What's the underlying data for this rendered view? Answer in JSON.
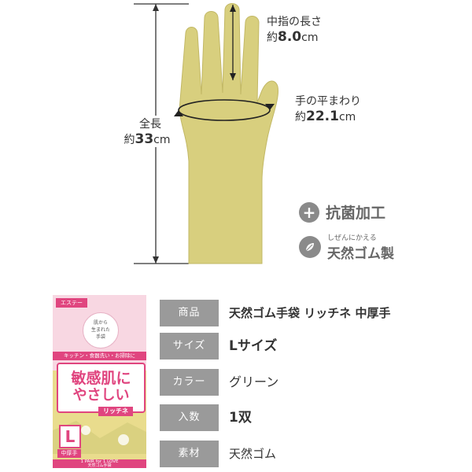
{
  "measurements": {
    "total_length_title": "全長",
    "total_length_prefix": "約",
    "total_length_value": "33",
    "total_length_unit": "cm",
    "middle_finger_title": "中指の長さ",
    "middle_finger_prefix": "約",
    "middle_finger_value": "8.0",
    "middle_finger_unit": "cm",
    "palm_title": "手の平まわり",
    "palm_prefix": "約",
    "palm_value": "22.1",
    "palm_unit": "cm"
  },
  "features": {
    "antibacterial": "抗菌加工",
    "natural_rubber_ruby": "しぜんにかえる",
    "natural_rubber": "天然ゴム製"
  },
  "package": {
    "tag": "エステー",
    "circle_text": [
      "肌から",
      "生まれた",
      "手袋"
    ],
    "band_text": "キッチン・食器洗い・お掃除に",
    "headline_1": "敏感肌に",
    "headline_2": "やさしい",
    "brand": "リッチネ",
    "size": "L",
    "thickness": "中厚手",
    "footer_1": "1 PAIR for 1 LOVE",
    "footer_2": "天然ゴム手袋"
  },
  "specs": [
    {
      "label": "商品",
      "value": "天然ゴム手袋 リッチネ 中厚手",
      "bold": true
    },
    {
      "label": "サイズ",
      "value": "Lサイズ",
      "bold": true
    },
    {
      "label": "カラー",
      "value": "グリーン",
      "bold": false
    },
    {
      "label": "入数",
      "value": "1双",
      "bold": true
    },
    {
      "label": "素材",
      "value": "天然ゴム",
      "bold": false
    }
  ],
  "colors": {
    "glove": "#d8cf7e",
    "glove_outline": "#b9ae5a",
    "spec_label_bg": "#9a9a9a",
    "package_pink": "#e0457f",
    "package_yellow": "#e9dc8d"
  }
}
